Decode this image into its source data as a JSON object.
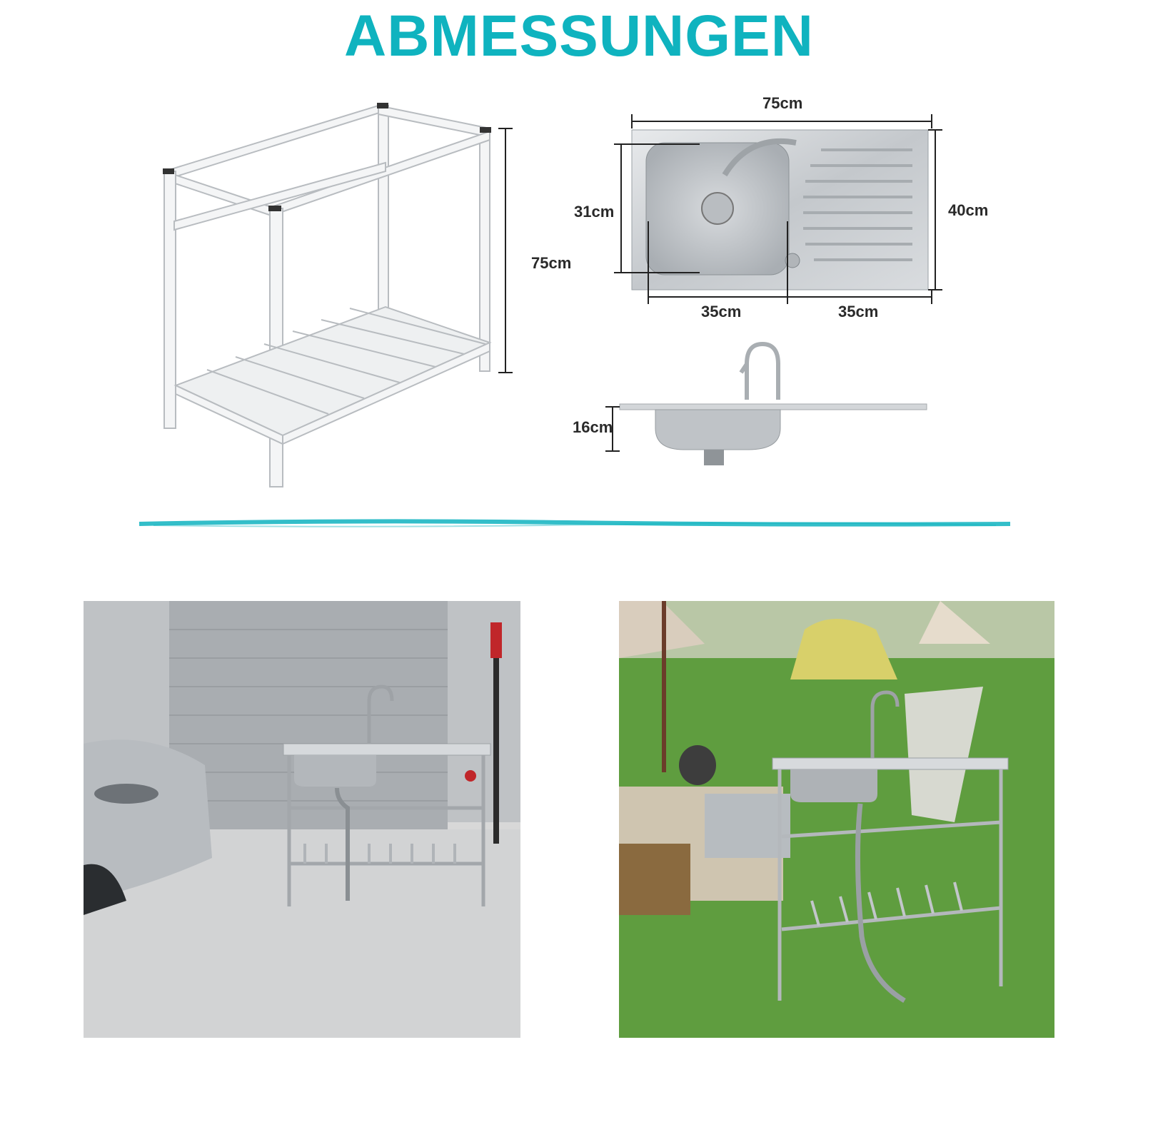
{
  "title": "ABMESSUNGEN",
  "colors": {
    "accent": "#0fb3bf",
    "steel": "#c9cdd1",
    "grass": "#4f9a3a"
  },
  "frame_diagram": {
    "height_label": "75cm"
  },
  "sink_top_view": {
    "width_label": "75cm",
    "depth_label": "40cm",
    "basin_depth_label": "31cm",
    "left_section_label": "35cm",
    "right_section_label": "35cm"
  },
  "sink_side_view": {
    "basin_height_label": "16cm"
  },
  "photos": [
    {
      "scene": "garage"
    },
    {
      "scene": "camping-lawn"
    }
  ]
}
